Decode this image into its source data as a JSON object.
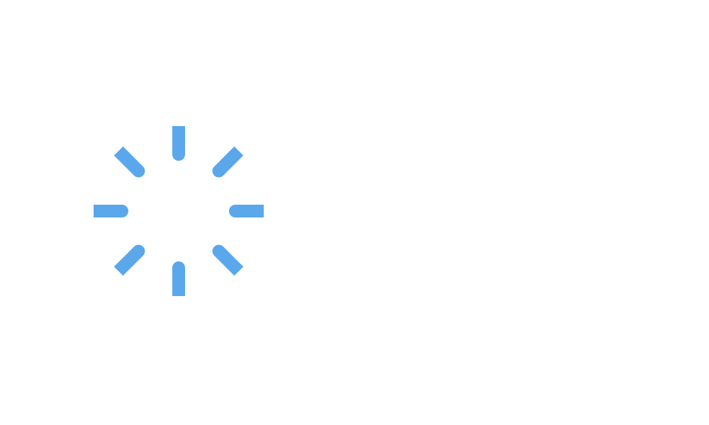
{
  "loading_spinner": {
    "icon": "loading-spinner-icon",
    "color": "#5aa7ec",
    "spoke_count": 8,
    "spoke_angles_deg": [
      0,
      45,
      90,
      135,
      180,
      225,
      270,
      315
    ]
  }
}
